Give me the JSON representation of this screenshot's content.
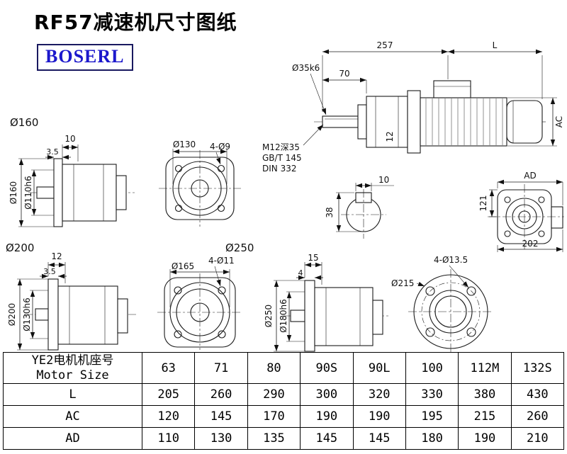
{
  "page": {
    "title": "RF57减速机尺寸图纸",
    "logo": "BOSERL"
  },
  "drawings": {
    "main": {
      "dim_257": "257",
      "dim_L": "L",
      "dim_70": "70",
      "shaft_dia": "Ø35k6",
      "dim_AC": "AC",
      "dim_12": "12",
      "tap_note_1": "M12深35",
      "tap_note_2": "GB/T 145",
      "tap_note_3": "DIN 332"
    },
    "shaft_section": {
      "dim_10": "10",
      "dim_38": "38"
    },
    "ad_view": {
      "dim_AD": "AD",
      "dim_121": "121",
      "dim_202": "202"
    },
    "view160": {
      "title": "Ø160",
      "dim_10": "10",
      "dim_3_5": "3.5",
      "dim_flange": "Ø160",
      "dim_spigot": "Ø110h6"
    },
    "flange130": {
      "dim_dia": "Ø130",
      "dim_holes": "4-Ø9"
    },
    "view200": {
      "title": "Ø200",
      "dim_12": "12",
      "dim_3_5": "3.5",
      "dim_flange": "Ø200",
      "dim_spigot": "Ø130h6"
    },
    "flange165": {
      "dim_dia": "Ø165",
      "dim_holes": "4-Ø11"
    },
    "view250": {
      "title": "Ø250",
      "dim_15": "15",
      "dim_4": "4",
      "dim_flange": "Ø250",
      "dim_spigot": "Ø180h6"
    },
    "flange215": {
      "dim_dia": "Ø215",
      "dim_holes": "4-Ø13.5"
    }
  },
  "table": {
    "header": {
      "line1": "YE2电机机座号",
      "line2": "Motor Size"
    },
    "sizes": [
      "63",
      "71",
      "80",
      "90S",
      "90L",
      "100",
      "112M",
      "132S"
    ],
    "rows": [
      {
        "label": "L",
        "values": [
          "205",
          "260",
          "290",
          "300",
          "320",
          "330",
          "380",
          "430"
        ]
      },
      {
        "label": "AC",
        "values": [
          "120",
          "145",
          "170",
          "190",
          "190",
          "195",
          "215",
          "260"
        ]
      },
      {
        "label": "AD",
        "values": [
          "110",
          "130",
          "135",
          "145",
          "145",
          "180",
          "190",
          "210"
        ]
      }
    ]
  }
}
